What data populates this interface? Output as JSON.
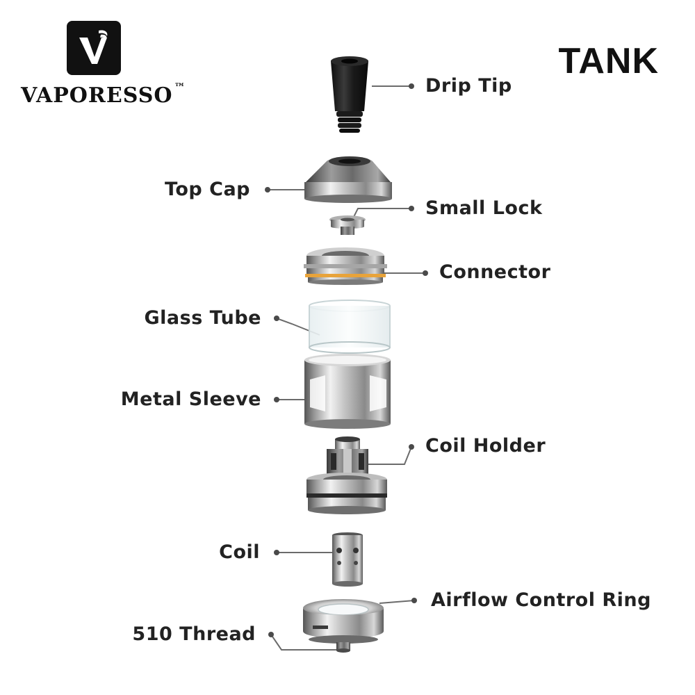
{
  "brand": {
    "name": "VAPORESSO",
    "trademark": "™",
    "logo_icon": "vaporesso-v-logo-icon"
  },
  "title": "TANK",
  "parts": [
    {
      "id": "drip-tip",
      "label": "Drip Tip"
    },
    {
      "id": "top-cap",
      "label": "Top Cap"
    },
    {
      "id": "small-lock",
      "label": "Small Lock"
    },
    {
      "id": "connector",
      "label": "Connector"
    },
    {
      "id": "glass-tube",
      "label": "Glass Tube"
    },
    {
      "id": "metal-sleeve",
      "label": "Metal Sleeve"
    },
    {
      "id": "coil-holder",
      "label": "Coil Holder"
    },
    {
      "id": "coil",
      "label": "Coil"
    },
    {
      "id": "airflow-control-ring",
      "label": "Airflow Control Ring"
    },
    {
      "id": "510-thread",
      "label": "510 Thread"
    }
  ],
  "colors": {
    "steel_light": "#e4e4e4",
    "steel_dark": "#5e5e5e",
    "black_tip": "#1c1c1c",
    "o_ring_orange": "#e8a33a",
    "leader_line": "#6b6b6b",
    "label_text": "#222222"
  }
}
